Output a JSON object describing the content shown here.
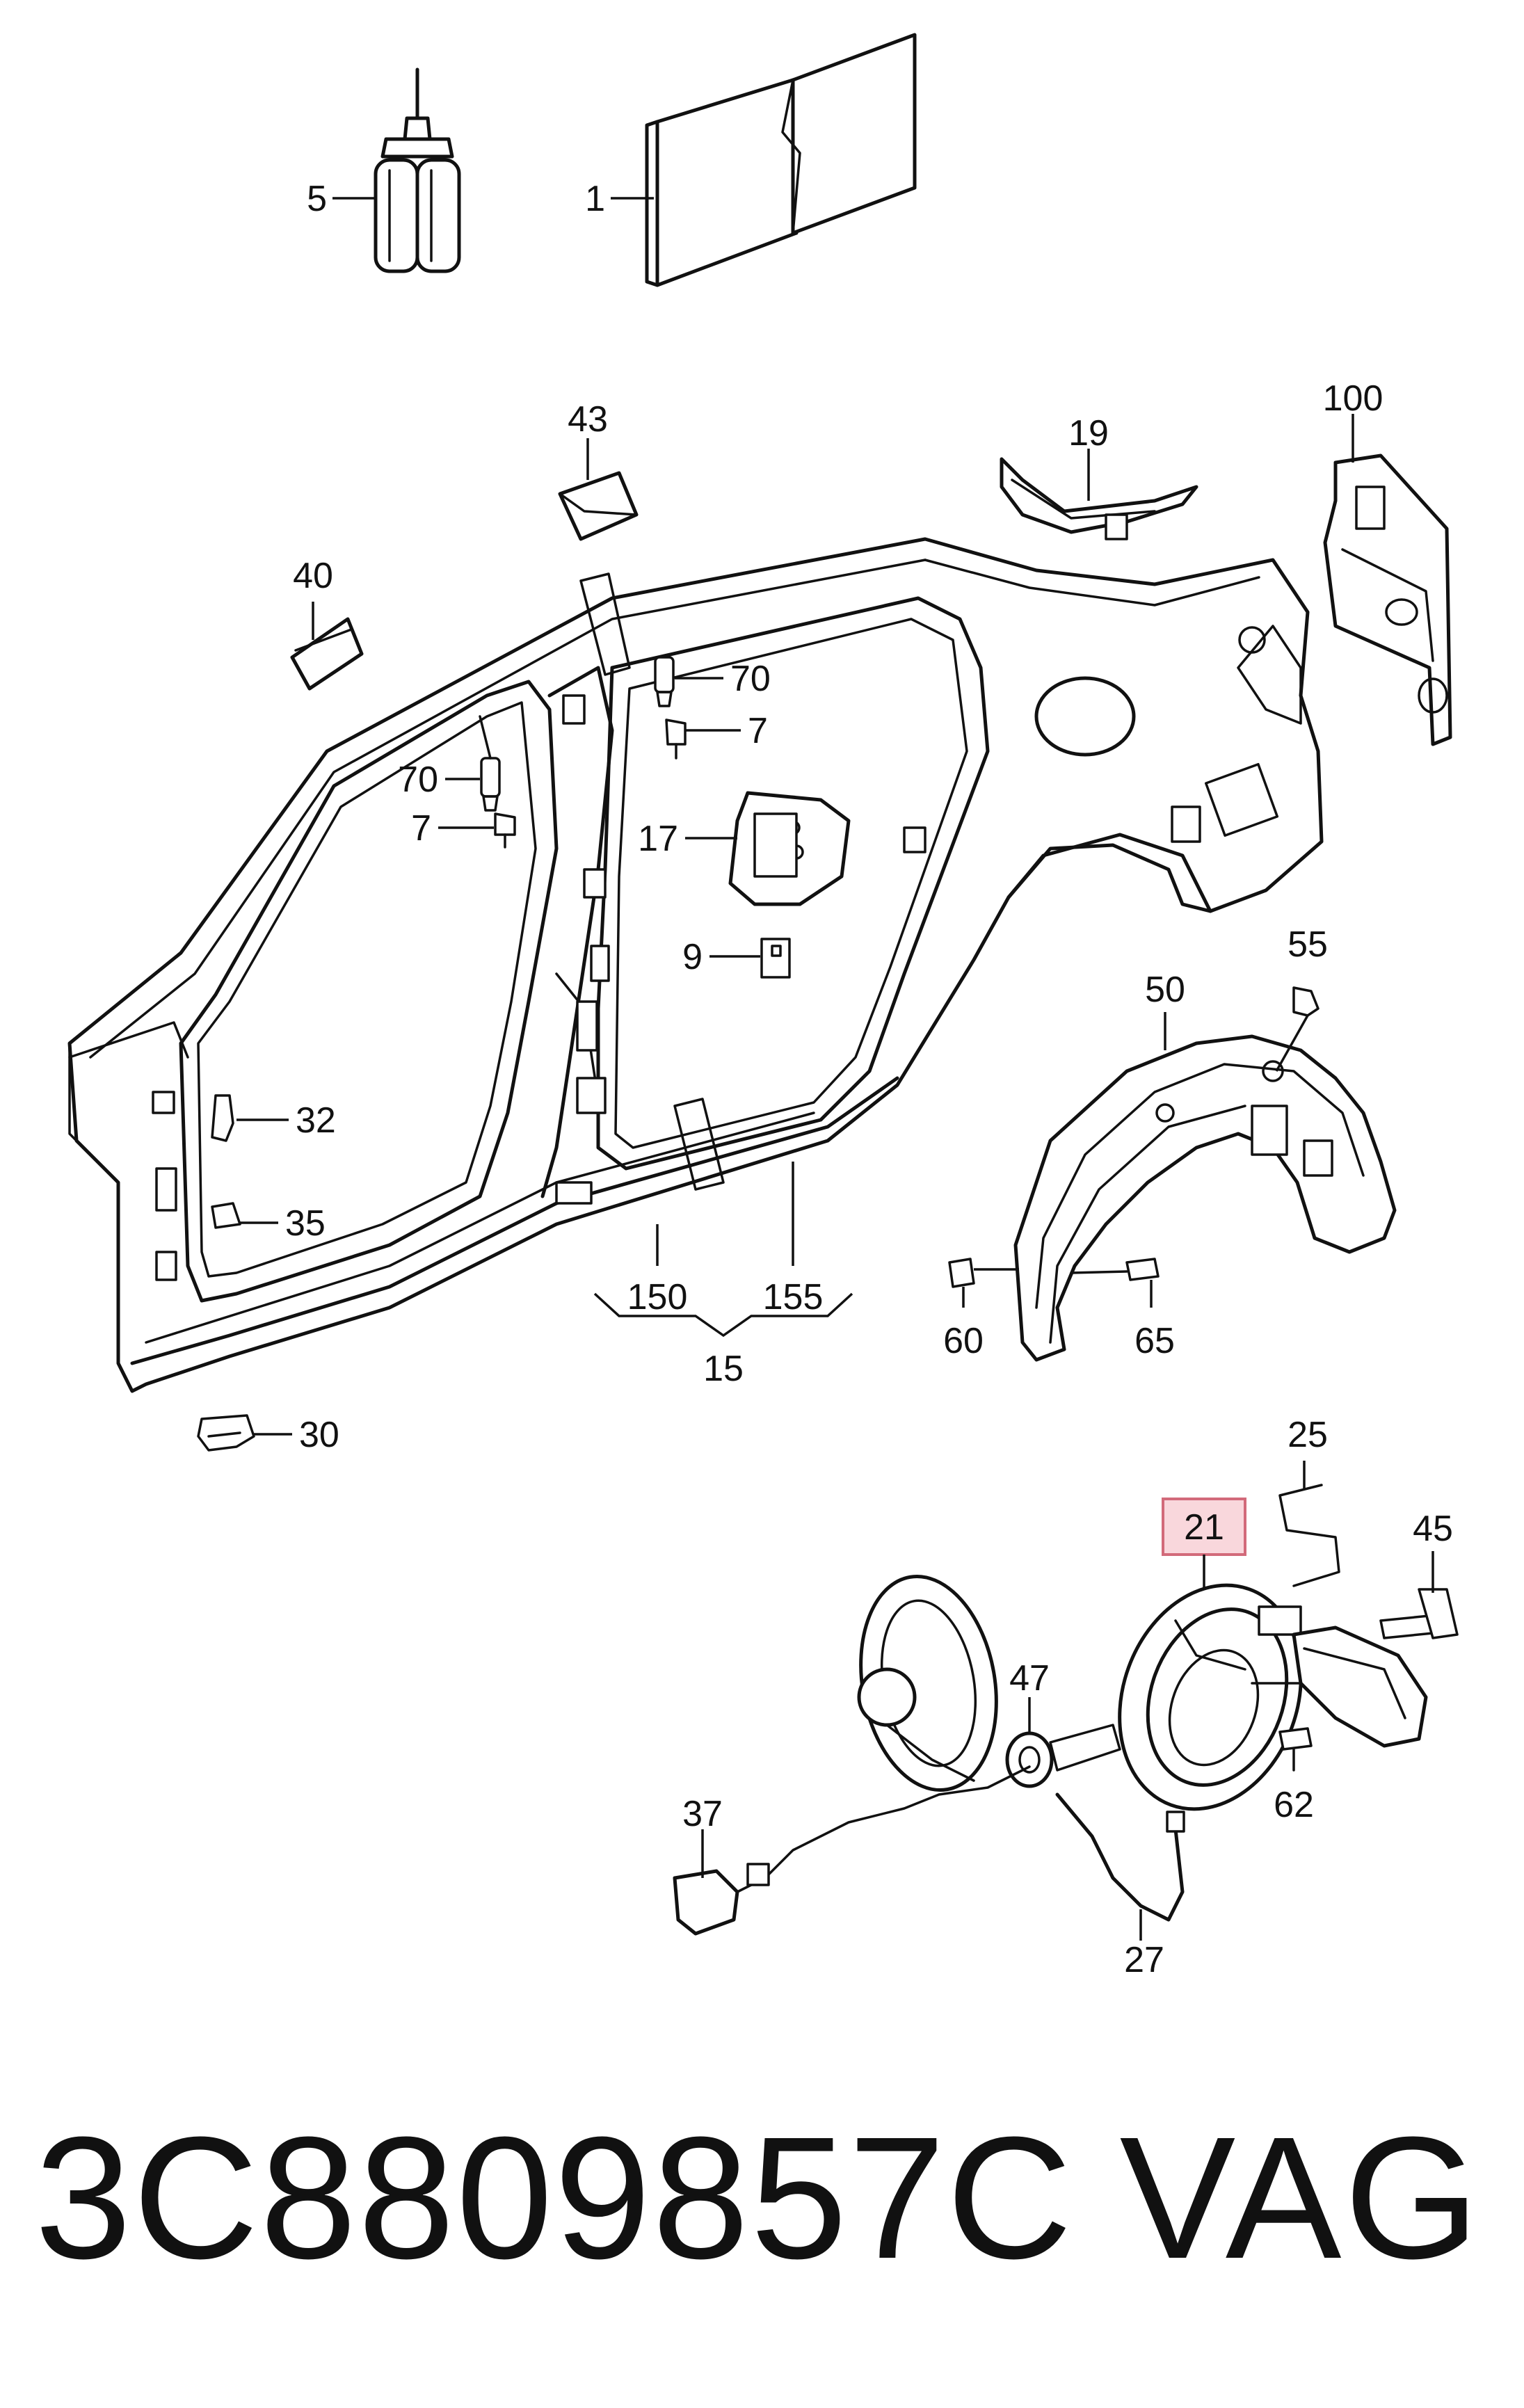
{
  "callouts": {
    "c1": "1",
    "c5": "5",
    "c43": "43",
    "c19": "19",
    "c100": "100",
    "c40": "40",
    "c70a": "70",
    "c7a": "7",
    "c70b": "70",
    "c7b": "7",
    "c17": "17",
    "c9": "9",
    "c32": "32",
    "c35": "35",
    "c150": "150",
    "c155": "155",
    "c15": "15",
    "c30": "30",
    "c55": "55",
    "c50": "50",
    "c60": "60",
    "c65": "65",
    "c25": "25",
    "c21": "21",
    "c45": "45",
    "c47": "47",
    "c62": "62",
    "c37": "37",
    "c27": "27"
  },
  "highlight": {
    "callout": "21",
    "color": "#f9d7dc",
    "border": "#d26a7a"
  },
  "caption": {
    "part_number": "3C8809857C",
    "brand": "VAG"
  }
}
